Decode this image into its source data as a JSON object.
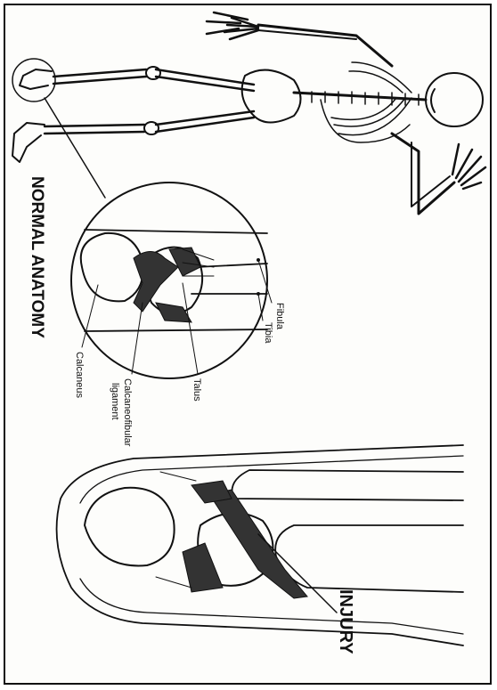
{
  "headings": {
    "normal": "NORMAL ANATOMY",
    "injury": "INJURY"
  },
  "labels": {
    "fibula": "Fibula",
    "tibia": "Tibia",
    "talus": "Talus",
    "ligament_line1": "Calcaneofibular",
    "ligament_line2": "ligament",
    "calcaneus": "Calcaneus"
  },
  "colors": {
    "ink": "#111111",
    "shade": "#333333",
    "paper": "#fdfdfb"
  }
}
